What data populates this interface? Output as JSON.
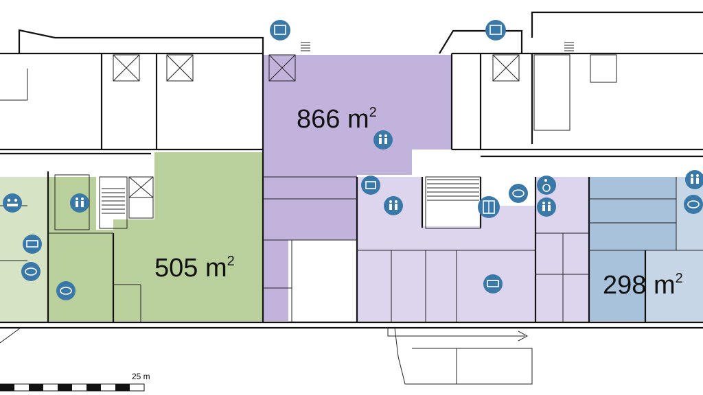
{
  "areas": {
    "green": {
      "value": "505 m",
      "sup": "2",
      "color": "#b9cf9c"
    },
    "purple": {
      "value": "866 m",
      "sup": "2",
      "color": "#c2b3dd"
    },
    "blue": {
      "value": "298 m",
      "sup": "2",
      "color": "#a9c2db"
    }
  },
  "colors": {
    "green_light": "#d6e3c4",
    "purple_light": "#ddd4ee",
    "blue_light": "#c6d6e6",
    "icon": "#3a78a8"
  },
  "scale": {
    "label": "25 m"
  },
  "icons": [
    "elevator-icon",
    "restroom-icon",
    "wheelchair-icon",
    "meeting-icon",
    "kitchen-icon",
    "reception-icon",
    "cafe-icon"
  ]
}
